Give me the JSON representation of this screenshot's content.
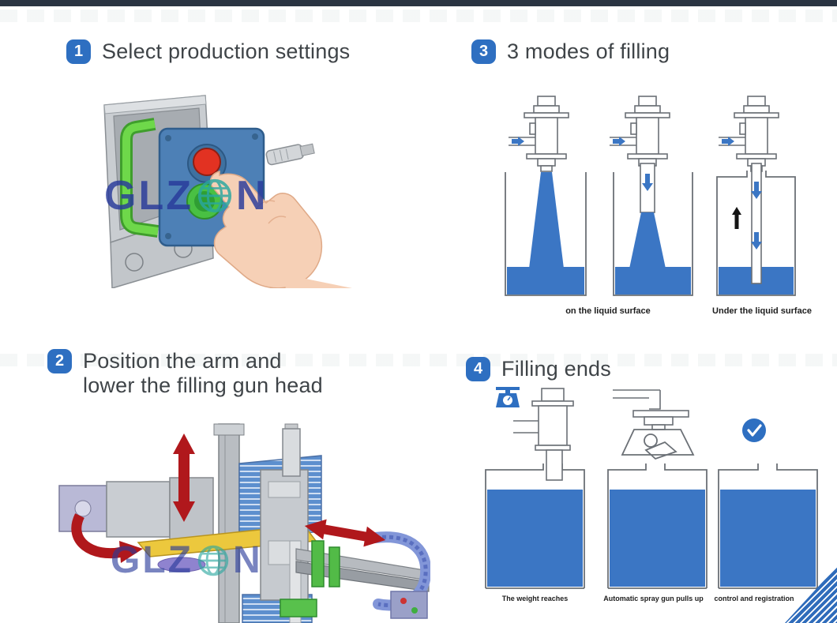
{
  "watermark": {
    "prefix": "GLZ",
    "suffix": "N"
  },
  "steps": {
    "s1": {
      "number": "1",
      "title": "Select production settings"
    },
    "s2": {
      "number": "2",
      "title_line1": "Position the arm and",
      "title_line2": "lower the filling gun head"
    },
    "s3": {
      "number": "3",
      "title": "3 modes of filling",
      "label_left": "on the liquid surface",
      "label_right": "Under the liquid surface"
    },
    "s4": {
      "number": "4",
      "title": "Filling ends",
      "label_weight": "The weight reaches",
      "label_pullup": "Automatic spray gun pulls up",
      "label_control": "control and registration"
    }
  },
  "colors": {
    "accent_blue": "#2e6fc1",
    "liquid_blue": "#3b76c4",
    "arrow_red": "#b0181c",
    "watermark_blue": "#283a9b",
    "globe_teal": "#2aa7a0",
    "topbar_navy": "#2a3442"
  }
}
